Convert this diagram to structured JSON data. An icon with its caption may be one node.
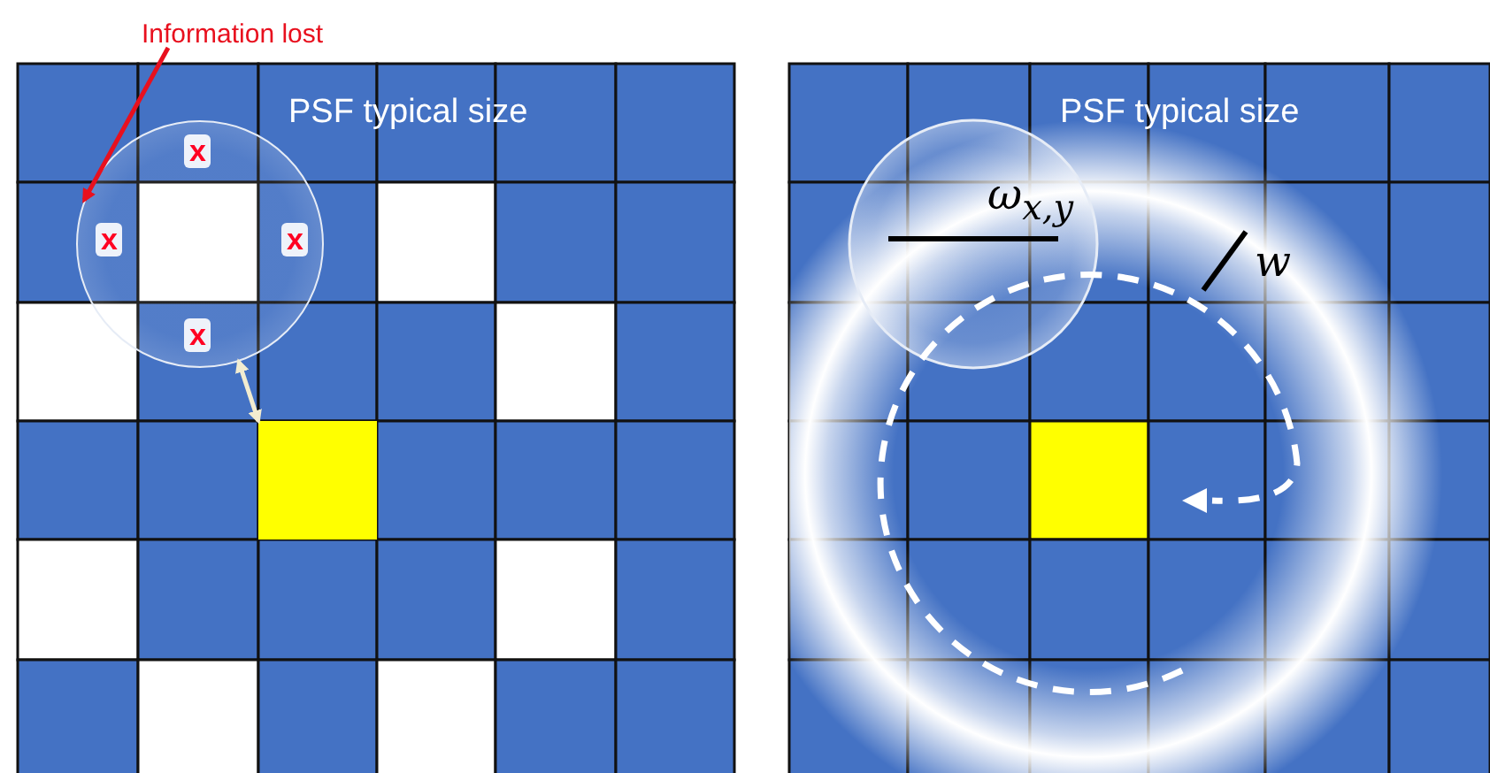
{
  "diagram": {
    "nodes": [
      {
        "text": [
          "Information lost"
        ]
      },
      {
        "text": [],
        "shape": "circle"
      },
      {
        "text": [],
        "shape": "box"
      }
    ],
    "edges": [
      {
        "from": 0,
        "to": 1,
        "arrow": "to",
        "color": "#e8101e"
      },
      {
        "from": 1,
        "to": 2,
        "arrow": "both",
        "color": "#f2ecd0"
      }
    ],
    "labels": [
      "PSF typical size",
      "x",
      "x",
      "x",
      "x",
      "PSF typical size",
      "ω$_{x,y}$",
      "w"
    ]
  }
}
